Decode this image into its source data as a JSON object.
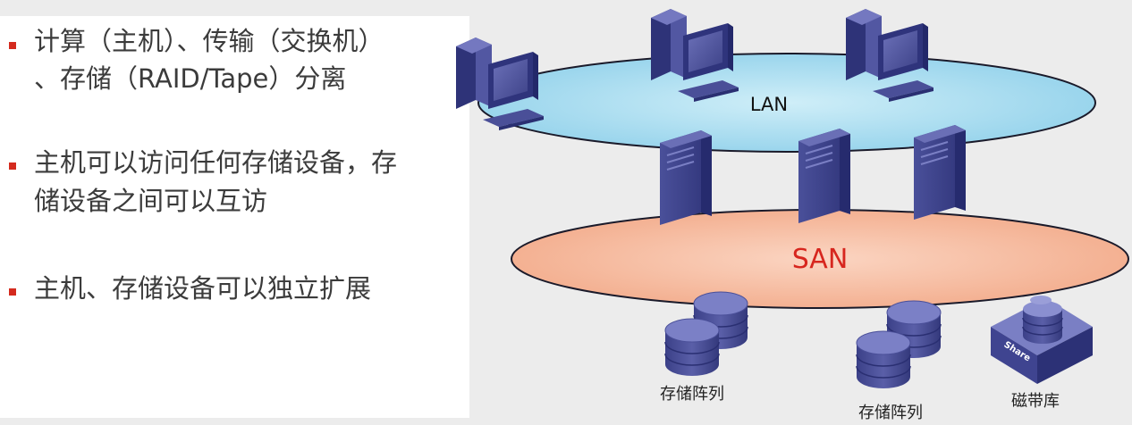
{
  "bullets": [
    {
      "lines": [
        "计算（主机）、传输（交换机）",
        "、存储（RAID/Tape）分离"
      ]
    },
    {
      "lines": [
        "主机可以访问任何存储设备，存",
        "储设备之间可以互访"
      ]
    },
    {
      "lines": [
        "主机、存储设备可以独立扩展"
      ]
    }
  ],
  "diagram": {
    "lan_label": "LAN",
    "san_label": "SAN",
    "storage_label_1": "存储阵列",
    "storage_label_2": "存储阵列",
    "tape_label": "磁带库",
    "tape_badge": "Share"
  },
  "colors": {
    "bullet": "#d42a1e",
    "lan_fill": "#a9dcef",
    "san_fill": "#f5b79c",
    "san_text": "#d7261e",
    "device": "#454a94"
  }
}
